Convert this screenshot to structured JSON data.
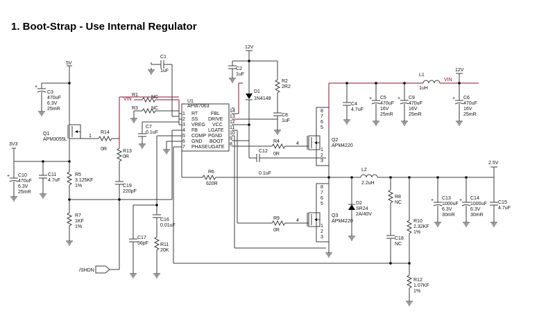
{
  "title": "1. Boot-Strap - Use Internal Regulator",
  "power": {
    "v5": "5V",
    "v12a": "12V",
    "v12b": "12V",
    "v3v3": "3V3",
    "v2v5": "2.5V",
    "vin1": "VIN",
    "vin2": "VIN",
    "shdn": "/SHDN"
  },
  "ic": {
    "ref": "U1",
    "part": "APW7063",
    "left": [
      "RT",
      "SS",
      "VREG",
      "FB",
      "COMP",
      "GND",
      "PHASE"
    ],
    "right": [
      "FBL",
      "DRIVE",
      "VCC",
      "LGATE",
      "PGND",
      "BOOT",
      "UGATE"
    ],
    "lnums": [
      "1",
      "2",
      "3",
      "4",
      "5",
      "6",
      "7"
    ],
    "rnums": [
      "14",
      "13",
      "12",
      "11",
      "10",
      "9",
      "8"
    ]
  },
  "parts": {
    "c3": [
      "C3",
      "470uF",
      "6.3V",
      "25mR"
    ],
    "q1": [
      "Q1",
      "APM3055L"
    ],
    "r14": [
      "R14",
      "0R"
    ],
    "r1": [
      "R1",
      "NC"
    ],
    "r3": [
      "R3",
      "NC"
    ],
    "c1": [
      "C1",
      "1uF"
    ],
    "c2": [
      "C2",
      "1uF"
    ],
    "c7": [
      "C7",
      "0.1uF"
    ],
    "d1": [
      "D1",
      "1N4148"
    ],
    "r2": [
      "R2",
      "2R2"
    ],
    "c8": [
      "C8",
      "1uF"
    ],
    "c4": [
      "C4",
      "4.7uF"
    ],
    "c5": [
      "C5",
      "470uF",
      "16V",
      "25mR"
    ],
    "c9": [
      "C9",
      "470uF",
      "16V",
      "25mR"
    ],
    "l1": [
      "L1",
      "1uH"
    ],
    "c6": [
      "C6",
      "470uF",
      "16V",
      "25mR"
    ],
    "r13": [
      "R13",
      "0R"
    ],
    "c10": [
      "C10",
      "470uF",
      "6.3V",
      "25mR"
    ],
    "c11": [
      "C11",
      "4.7uF"
    ],
    "r5": [
      "R5",
      "3.125KF",
      "1%"
    ],
    "c19": [
      "C19",
      "220pF"
    ],
    "r6": [
      "R6",
      "620R"
    ],
    "r4": [
      "R4",
      "0R"
    ],
    "c12": [
      "C12",
      "0.1uF"
    ],
    "q2": [
      "Q2",
      "APM4220"
    ],
    "l2": [
      "L2",
      "2.2uH"
    ],
    "d2": [
      "D2",
      "SR24",
      "2A/40V"
    ],
    "r8": [
      "R8",
      "NC"
    ],
    "c13": [
      "C13",
      "1000uF",
      "6.3V",
      "30mR"
    ],
    "c14": [
      "C14",
      "1000uF",
      "6.3V",
      "30mR"
    ],
    "c15": [
      "C15",
      "4.7uF"
    ],
    "r7": [
      "R7",
      "1KF",
      "1%"
    ],
    "c16": [
      "C16",
      "0.01uF"
    ],
    "c17": [
      "C17",
      "56pF"
    ],
    "r11": [
      "R11",
      "20K"
    ],
    "r9": [
      "R9",
      "0R"
    ],
    "q3": [
      "Q3",
      "APM4220"
    ],
    "c18": [
      "C18",
      "NC"
    ],
    "r10": [
      "R10",
      "2.32KF",
      "1%"
    ],
    "r12": [
      "R12",
      "1.07KF",
      "1%"
    ]
  },
  "pins": {
    "q1": "1",
    "r4": "4",
    "r9": "4",
    "q2": [
      "8",
      "7",
      "6",
      "5",
      "1",
      "2",
      "3"
    ],
    "q3": [
      "8",
      "7",
      "6",
      "5",
      "1",
      "2",
      "3"
    ]
  }
}
